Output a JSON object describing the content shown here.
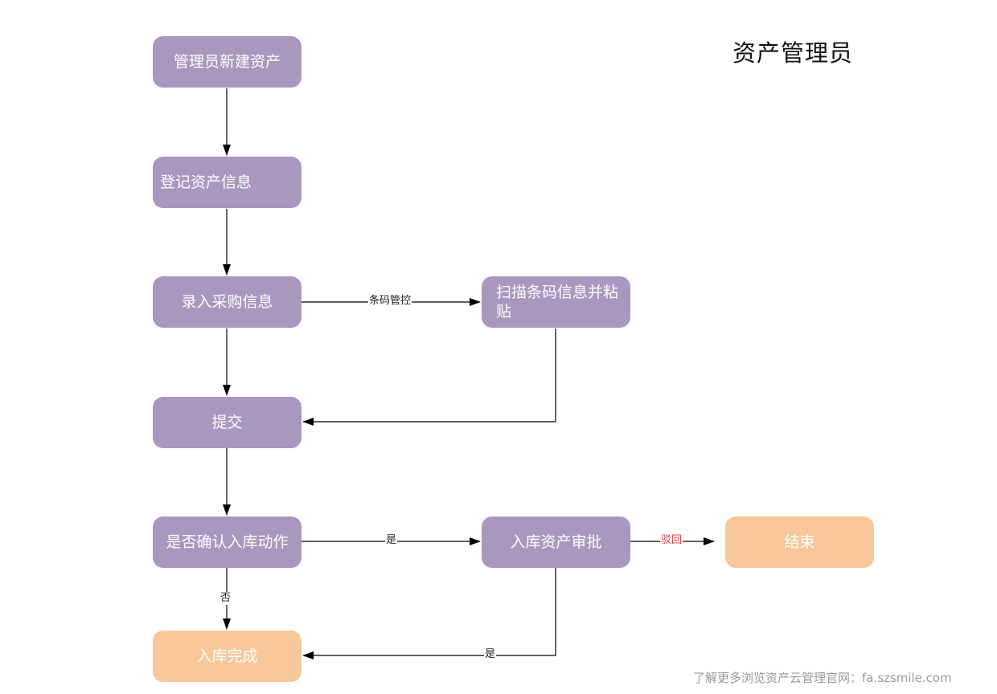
{
  "title": "资产管理员",
  "nodes": {
    "n1": "管理员新建资产",
    "n2": "登记资产信息",
    "n3": "录入采购信息",
    "n4": "扫描条码信息并粘贴",
    "n5": "提交",
    "n6": "是否确认入库动作",
    "n7": "入库资产审批",
    "n8": "结束",
    "n9": "入库完成"
  },
  "edges": {
    "barcode": "条码管控",
    "yes_confirm": "是",
    "reject": "驳回",
    "no": "否",
    "yes_approve": "是"
  },
  "colors": {
    "process": "#a997bf",
    "terminal": "#f8c89a",
    "reject_label": "#e04545"
  },
  "footer": "了解更多浏览资产云管理官网：fa.szsmile.com"
}
